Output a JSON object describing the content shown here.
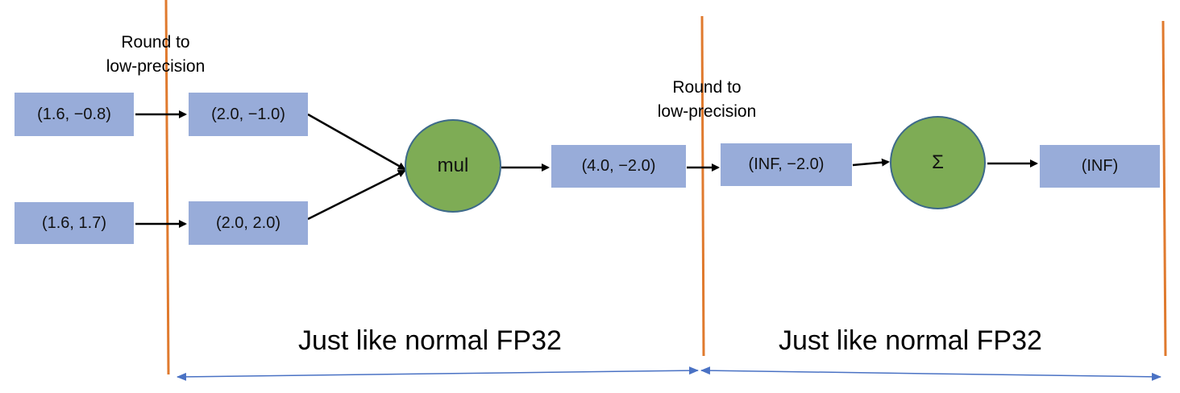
{
  "inputs": {
    "a": "(1.6, −0.8)",
    "b": "(1.6, 1.7)"
  },
  "rounded": {
    "a": "(2.0, −1.0)",
    "b": "(2.0, 2.0)"
  },
  "ops": {
    "multiply": "mul",
    "sum": "Σ"
  },
  "product": "(4.0, −2.0)",
  "product_rounded": "(INF, −2.0)",
  "result": "(INF)",
  "notes": {
    "round_1": "Round to\nlow-precision",
    "round_2": "Round to\nlow-precision"
  },
  "regions": {
    "left": "Just like normal FP32",
    "right": "Just like normal FP32"
  },
  "colors": {
    "box_fill": "#98acd9",
    "op_fill": "#7eac55",
    "op_border": "#3d6a8a",
    "divider": "#e07a2e",
    "span_arrow": "#4a72c4",
    "flow_arrow": "#000000"
  }
}
